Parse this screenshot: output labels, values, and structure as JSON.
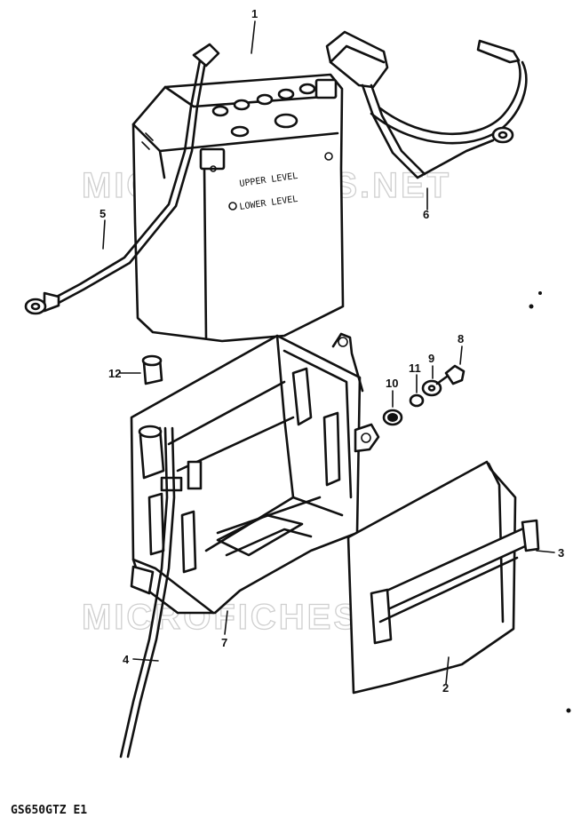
{
  "watermark": "MICROFICHES.NET",
  "model_code": "GS650GTZ E1",
  "battery_labels": [
    "UPPER LEVEL",
    "LOWER LEVEL"
  ],
  "callouts": [
    "1",
    "2",
    "3",
    "4",
    "5",
    "6",
    "7",
    "8",
    "9",
    "10",
    "11",
    "12"
  ]
}
